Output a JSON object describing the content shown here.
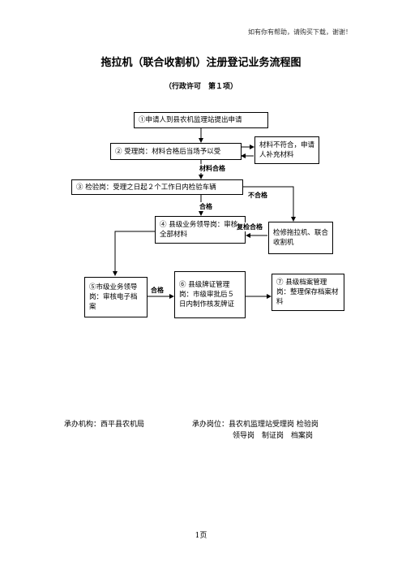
{
  "header_note": "如有你有帮助，请购买下载，谢谢！",
  "title": "拖拉机（联合收割机）注册登记业务流程图",
  "subtitle": "（行政许可　第１项）",
  "steps": {
    "s1": "①申请人到县农机监理站提出申请",
    "s2": "②  受理岗：材料合格后当场予以受",
    "reject": "材料不符合，申请人补充材料",
    "s3": "③  检验岗：受理之日起２个工作日内检验车辆",
    "s4": "④  县级业务领导岗：审核全部材料",
    "repair": "检修拖拉机、联合收割机",
    "s5": "⑤市级业务领导岗：审核电子档案",
    "s6": "⑥  县级牌证管理岗：市级审批后５日内制作核发牌证",
    "s7": "⑦  县级档案管理岗：整理保存档案材料"
  },
  "labels": {
    "material_ok": "材料合格",
    "pass_1": "合格",
    "fail": "不合格",
    "recheck_pass": "复检合格",
    "pass_2": "合格"
  },
  "footer": {
    "agency": "承办机构：西平县农机局",
    "posts_line1": "承办岗位：县农机监理站受理岗 检验岗",
    "posts_line2": "领导岗　制证岗　档案岗"
  },
  "page_number": "1页"
}
